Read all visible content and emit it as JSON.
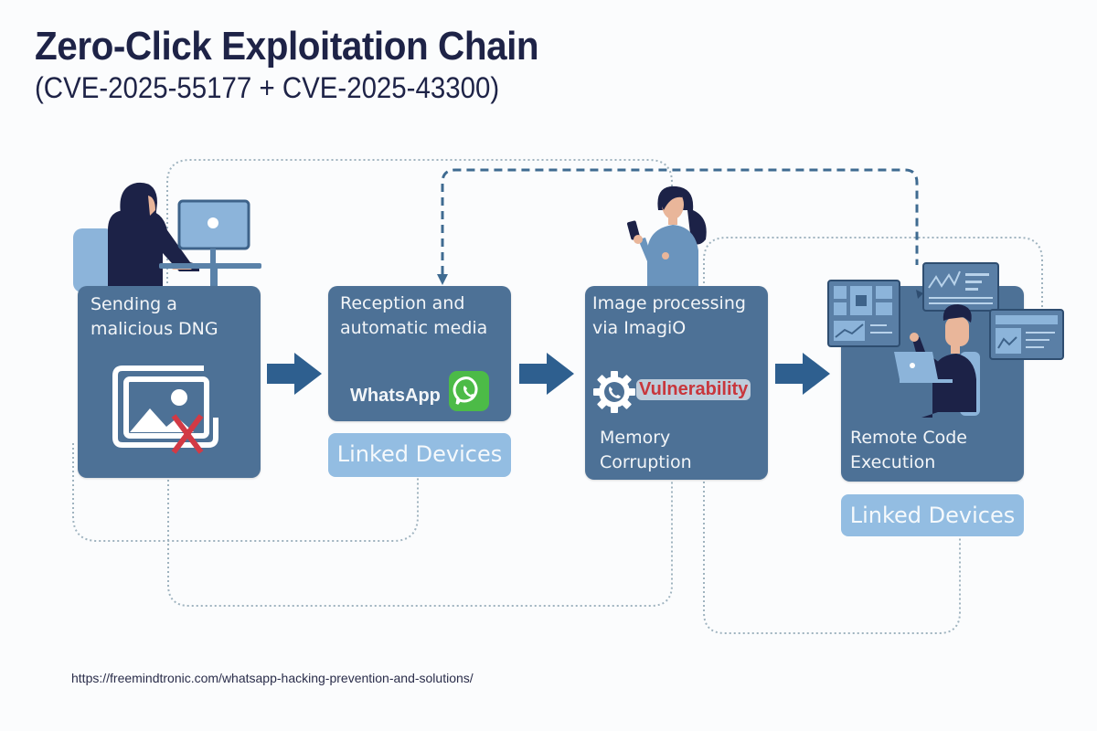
{
  "header": {
    "title": "Zero-Click Exploitation Chain",
    "subtitle": "(CVE-2025-55177  +  CVE-2025-43300)"
  },
  "steps": [
    {
      "label_line1": "Sending a",
      "label_line2": "malicious DNG",
      "icon": "broken-image-icon",
      "actor": "hooded-attacker-at-computer"
    },
    {
      "label_line1": "Reception and",
      "label_line2": "automatic media",
      "app_label": "WhatsApp",
      "icon": "whatsapp-icon",
      "tag": "Linked Devices"
    },
    {
      "label_line1": "Image processing",
      "label_line2": "via ImagiO",
      "badge": "Vulnerability",
      "icon": "gear-phone-icon",
      "detail_line1": "Memory",
      "detail_line2": "Corruption",
      "actor": "woman-with-phone"
    },
    {
      "label_line1": "Remote Code",
      "label_line2": "Execution",
      "tag": "Linked Devices",
      "actor": "man-with-laptop-and-dashboards"
    }
  ],
  "footer": {
    "url": "https://freemindtronic.com/whatsapp-hacking-prevention-and-solutions/"
  },
  "colors": {
    "title": "#1e2347",
    "box": "#4d7196",
    "linked_tag": "#93bde2",
    "arrow": "#2e5f8f",
    "vulnerability": "#c8363c",
    "whatsapp": "#4cbb47",
    "connector_dotted": "#9fb3bf",
    "connector_dashed": "#3f6b91"
  }
}
